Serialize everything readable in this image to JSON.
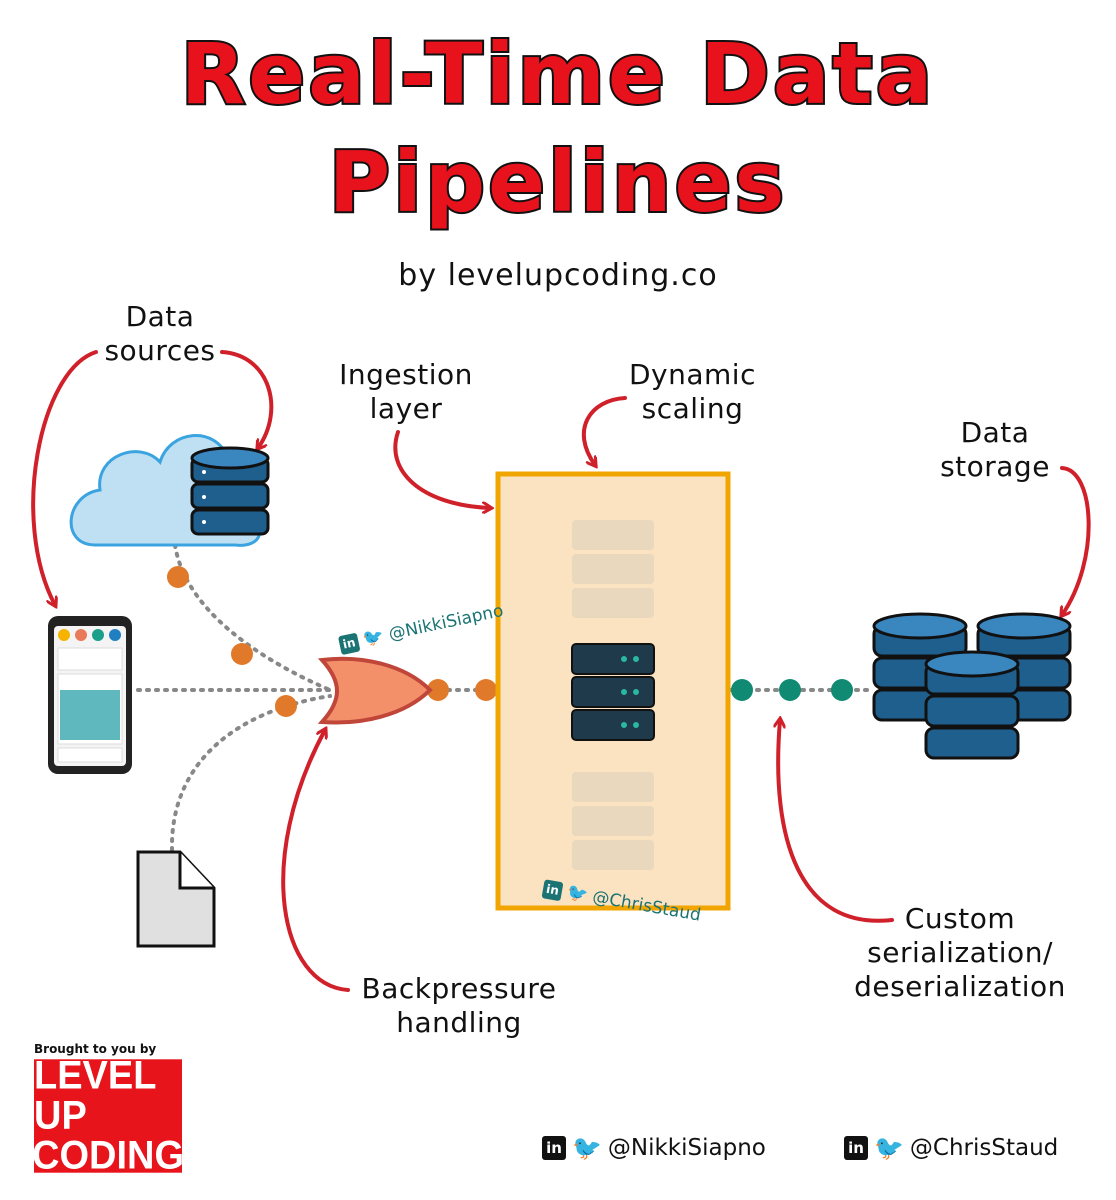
{
  "title": {
    "line1": "Real-Time Data",
    "line2": "Pipelines"
  },
  "byline": "by levelupcoding.co",
  "labels": {
    "data_sources": [
      "Data",
      "sources"
    ],
    "ingestion_layer": [
      "Ingestion",
      "layer"
    ],
    "dynamic_scaling": [
      "Dynamic",
      "scaling"
    ],
    "data_storage": [
      "Data",
      "storage"
    ],
    "backpressure": [
      "Backpressure",
      "handling"
    ],
    "serialization": [
      "Custom",
      "serialization/",
      "deserialization"
    ]
  },
  "watermarks": {
    "top": "@NikkiSiapno",
    "bottom": "@ChrisStaud"
  },
  "footer": {
    "brought": "Brought to you by",
    "logo_line1": "LEVEL UP",
    "logo_line2": "CODING",
    "handle1": "@NikkiSiapno",
    "handle2": "@ChrisStaud",
    "linkedin_glyph": "in"
  },
  "colors": {
    "title_red": "#e8121c",
    "arrow_red": "#d0202a",
    "cloud_blue": "#7ec3ea",
    "db_blue": "#1f5f8e",
    "server_dark": "#1f3a4a",
    "server_teal": "#2bb8a0",
    "dot_orange": "#e07a2a",
    "dot_teal": "#108a72",
    "box_fill": "#fbe3c2",
    "box_stroke": "#f0a500",
    "gate_fill": "#f3906a"
  }
}
